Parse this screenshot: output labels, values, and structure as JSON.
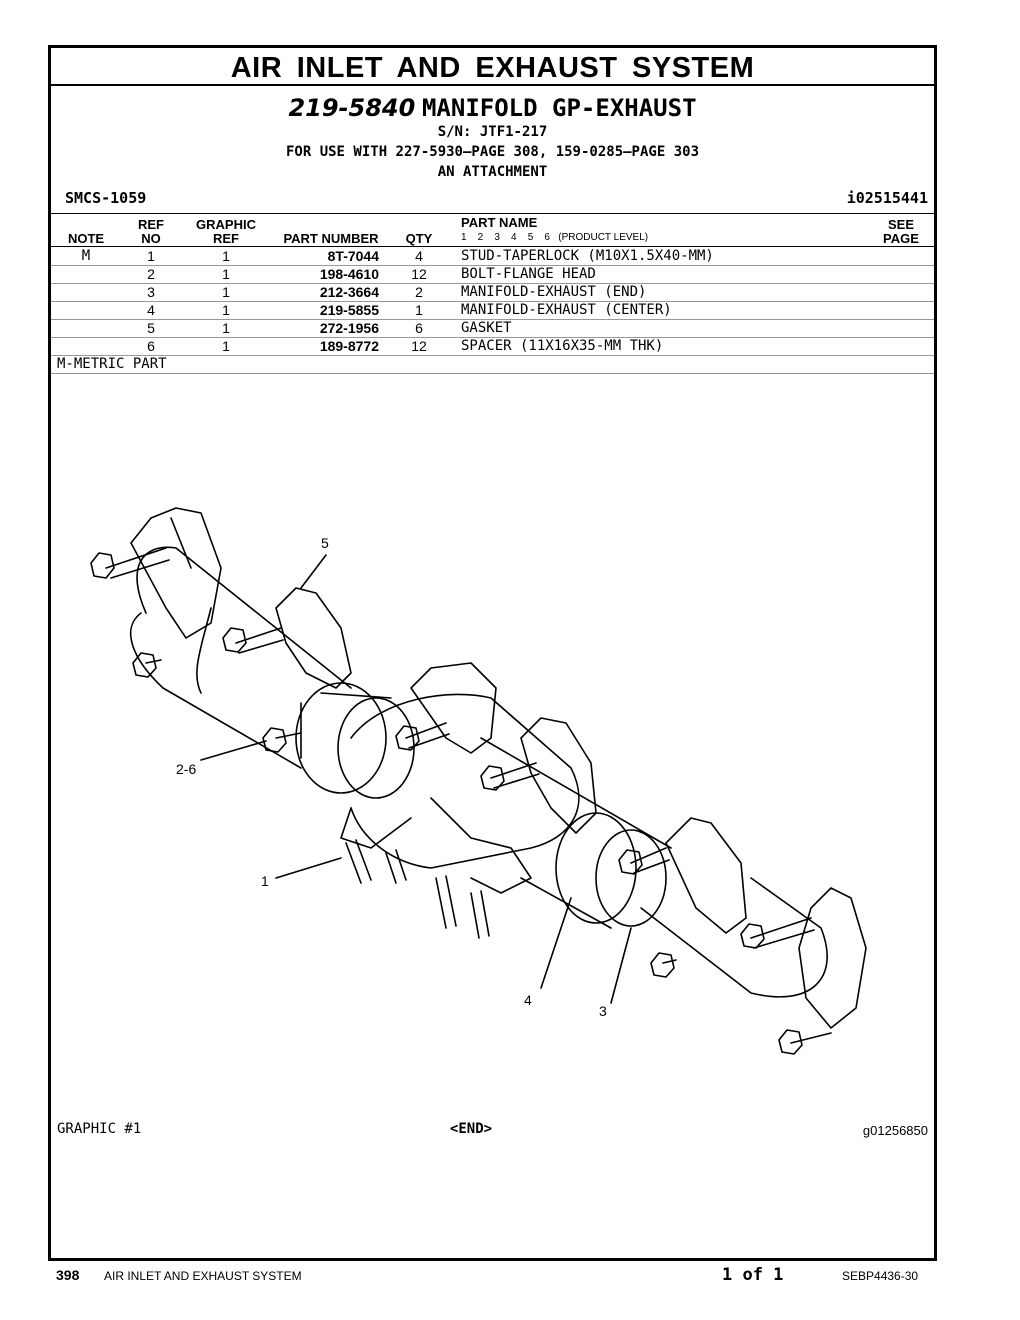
{
  "section_title": "AIR INLET AND EXHAUST SYSTEM",
  "group": {
    "part_number": "219-5840",
    "name": "MANIFOLD GP-EXHAUST",
    "serial": "S/N: JTF1-217",
    "use_with": "FOR USE WITH 227-5930—PAGE 308, 159-0285—PAGE 303",
    "attachment": "AN ATTACHMENT"
  },
  "smcs": "SMCS-1059",
  "info_ref": "i02515441",
  "table": {
    "headers": {
      "note": "NOTE",
      "ref_top": "REF",
      "ref_bottom": "NO",
      "graphic_top": "GRAPHIC",
      "graphic_bottom": "REF",
      "part_number": "PART NUMBER",
      "qty": "QTY",
      "part_name": "PART NAME",
      "levels": "1    2    3    4    5    6   (PRODUCT LEVEL)",
      "see_top": "SEE",
      "see_bottom": "PAGE"
    },
    "rows": [
      {
        "note": "M",
        "ref": "1",
        "graphic_ref": "1",
        "part_number": "8T-7044",
        "qty": "4",
        "name": "STUD-TAPERLOCK (M10X1.5X40-MM)"
      },
      {
        "note": "",
        "ref": "2",
        "graphic_ref": "1",
        "part_number": "198-4610",
        "qty": "12",
        "name": "BOLT-FLANGE HEAD"
      },
      {
        "note": "",
        "ref": "3",
        "graphic_ref": "1",
        "part_number": "212-3664",
        "qty": "2",
        "name": "MANIFOLD-EXHAUST (END)"
      },
      {
        "note": "",
        "ref": "4",
        "graphic_ref": "1",
        "part_number": "219-5855",
        "qty": "1",
        "name": "MANIFOLD-EXHAUST (CENTER)"
      },
      {
        "note": "",
        "ref": "5",
        "graphic_ref": "1",
        "part_number": "272-1956",
        "qty": "6",
        "name": "GASKET"
      },
      {
        "note": "",
        "ref": "6",
        "graphic_ref": "1",
        "part_number": "189-8772",
        "qty": "12",
        "name": "SPACER (11X16X35-MM THK)"
      }
    ],
    "footnote": "M-METRIC PART"
  },
  "illustration": {
    "callouts": [
      "5",
      "2-6",
      "1",
      "4",
      "3"
    ],
    "graphic_label": "GRAPHIC #1",
    "end_label": "<END>",
    "graphic_id": "g01256850"
  },
  "footer": {
    "page_number": "398",
    "page_title": "AIR INLET AND EXHAUST SYSTEM",
    "page_of": "1 of 1",
    "doc_id": "SEBP4436-30"
  }
}
